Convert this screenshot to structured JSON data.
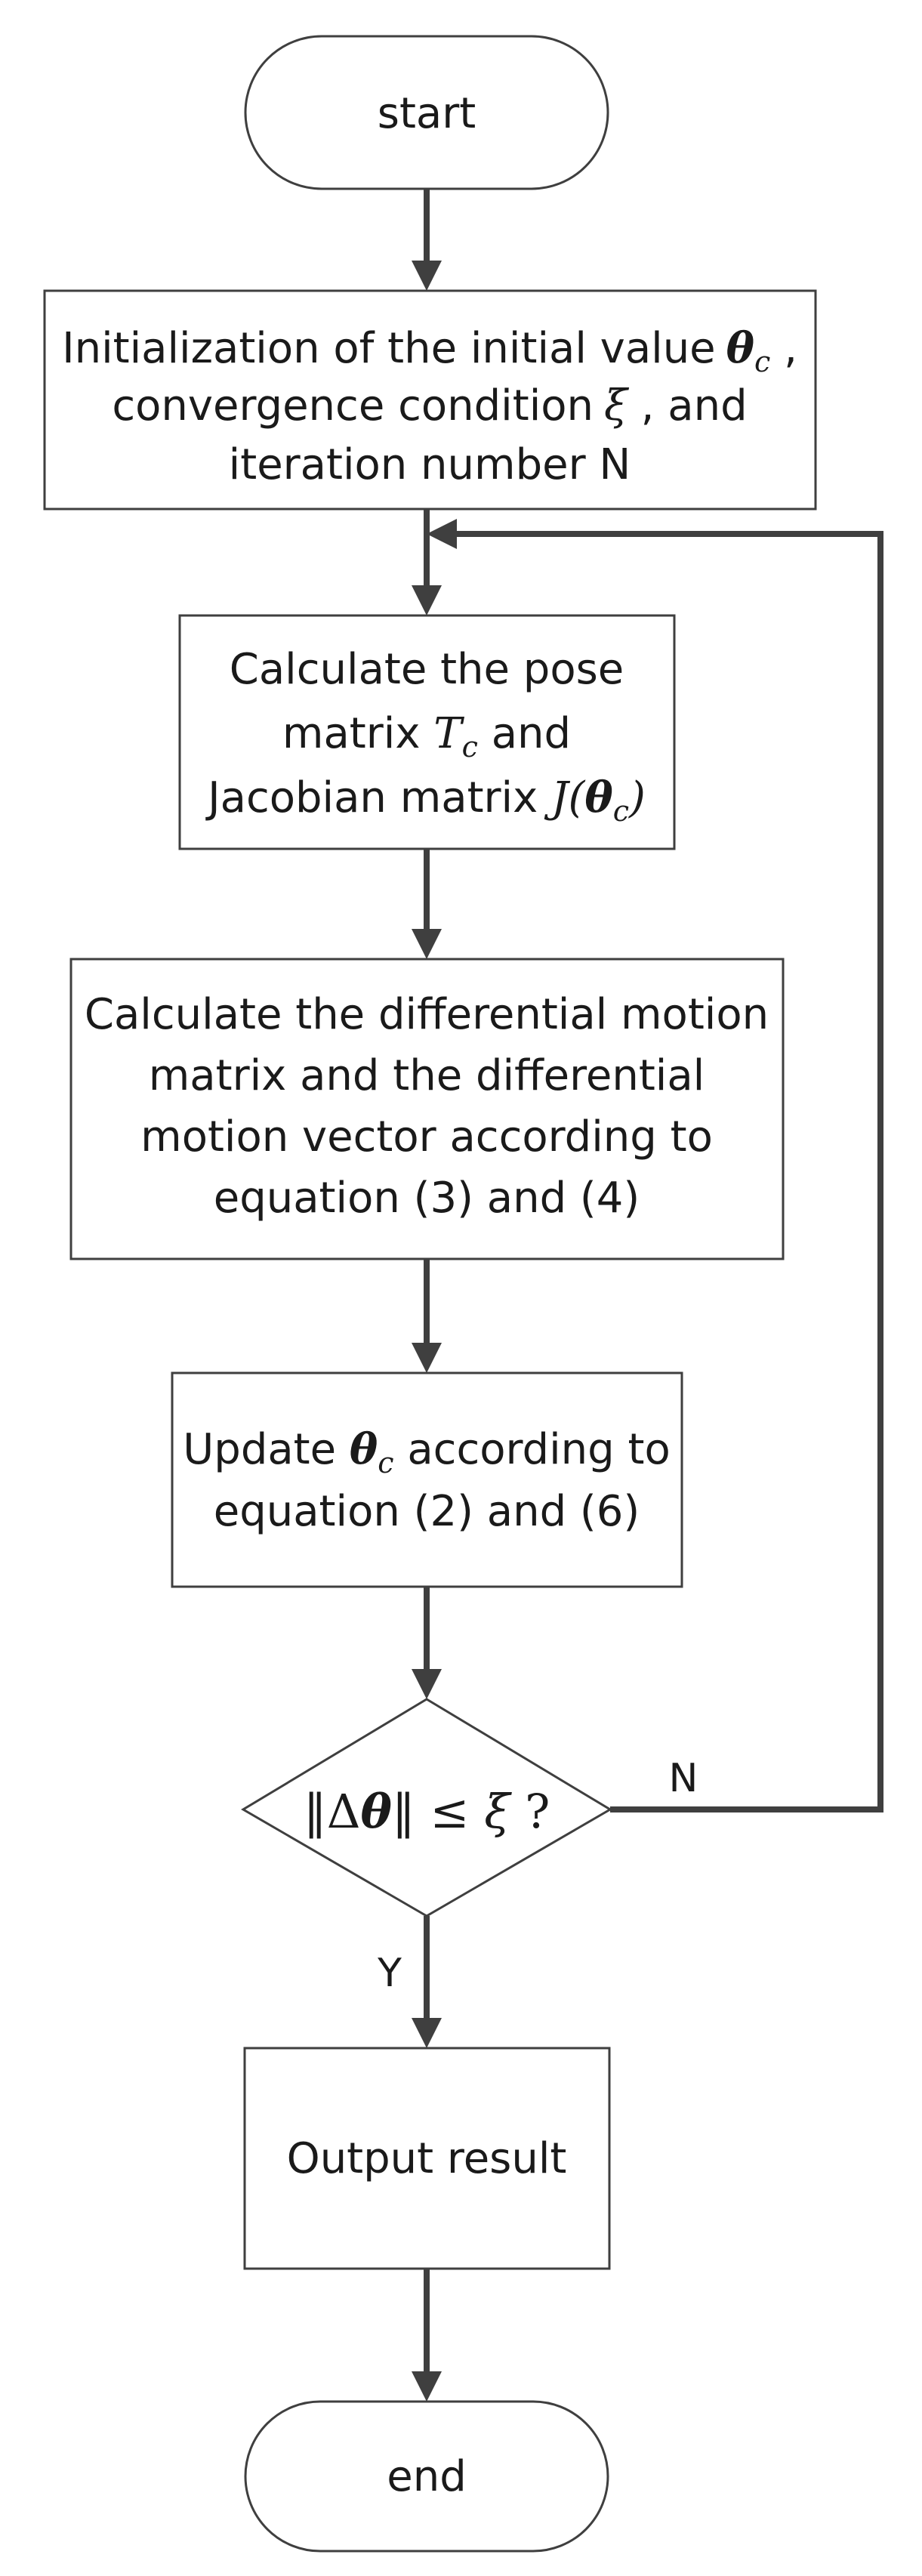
{
  "start": {
    "label": "start"
  },
  "init": {
    "line1_prefix": "Initialization of the initial value",
    "line1_symbol": "θ",
    "line1_sub": "c",
    "line1_suffix": " ,",
    "line2_prefix": "convergence condition",
    "line2_symbol": "ξ",
    "line2_suffix": " , and",
    "line3": "iteration number N"
  },
  "pose": {
    "line1": "Calculate the pose",
    "line2_prefix": "matrix ",
    "line2_symbol": "T",
    "line2_sub": "c",
    "line2_suffix": " and",
    "line3_prefix": "Jacobian matrix ",
    "line3_symbol": "J",
    "line3_open": "(",
    "line3_theta": "θ",
    "line3_sub": "c",
    "line3_close": ")"
  },
  "differential": {
    "line1": "Calculate the differential motion",
    "line2": "matrix and the differential",
    "line3": "motion vector according to",
    "line4": "equation (3) and (4)"
  },
  "update": {
    "line1_prefix": "Update ",
    "line1_symbol": "θ",
    "line1_sub": "c",
    "line1_suffix": " according to",
    "line2": "equation (2) and (6)"
  },
  "decision": {
    "norm_open": "‖Δ",
    "theta": "θ",
    "norm_close": "‖",
    "rel": " ≤ ",
    "xi": "ξ",
    "q": " ?",
    "no_label": "N",
    "yes_label": "Y"
  },
  "output": {
    "label": "Output result"
  },
  "end": {
    "label": "end"
  }
}
